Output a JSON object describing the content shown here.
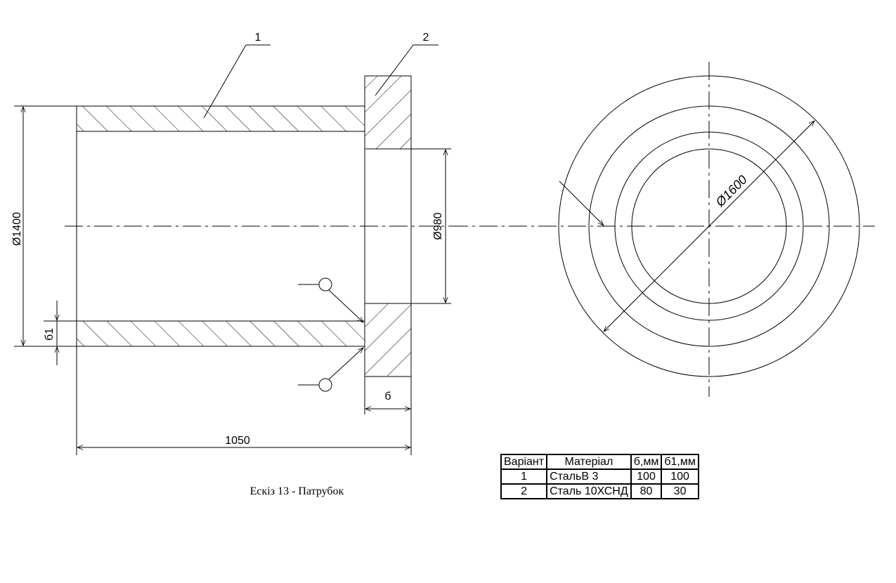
{
  "callouts": {
    "part1": "1",
    "part2": "2"
  },
  "dimensions": {
    "outer_diameter_pipe": "Ø1400",
    "inner_diameter_flange": "Ø980",
    "flange_diameter": "Ø1600",
    "pipe_wall": "б1",
    "flange_thickness": "б",
    "length": "1050"
  },
  "caption": "Ескіз 13 - Патрубок",
  "table": {
    "headers": [
      "Варіант",
      "Матеріал",
      "б,мм",
      "б1,мм"
    ],
    "rows": [
      [
        "1",
        "СтальВ  3",
        "100",
        "100"
      ],
      [
        "2",
        "Сталь 10ХСНД",
        "80",
        "30"
      ]
    ]
  }
}
